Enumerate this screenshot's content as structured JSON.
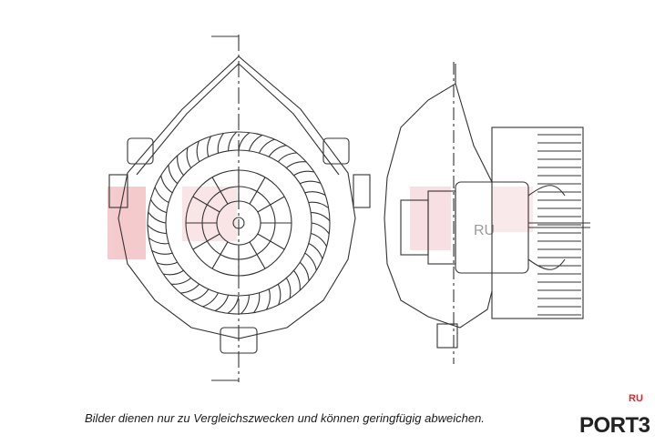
{
  "caption": "Bilder dienen nur zu Vergleichszwecken und können geringfügig abweichen.",
  "watermark": {
    "brand_text": "PORT3",
    "ru_text": "RU",
    "watermark_ru": "RU",
    "brand_color": "#222222",
    "accent_color": "#d42a2a",
    "overlay_color": "#e9b3b8"
  },
  "drawing": {
    "views": [
      "front-view-blower-wheel",
      "side-view-motor-housing"
    ],
    "line_color": "#333333"
  }
}
